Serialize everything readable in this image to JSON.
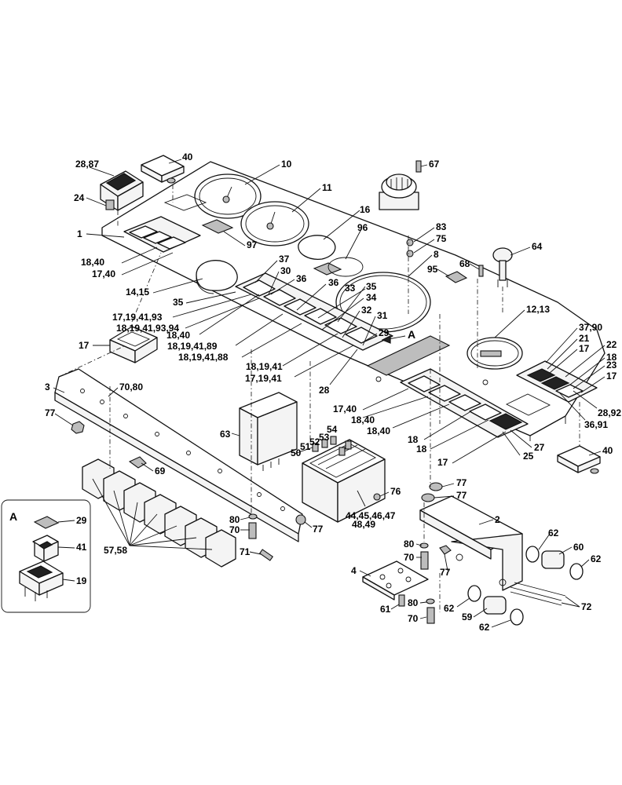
{
  "diagram": {
    "detail_label": "A",
    "section_marker": "A",
    "callouts": {
      "c_28_87": "28,87",
      "c_40_top": "40",
      "c_10": "10",
      "c_67": "67",
      "c_24": "24",
      "c_11": "11",
      "c_1": "1",
      "c_16": "16",
      "c_83": "83",
      "c_75": "75",
      "c_96": "96",
      "c_97": "97",
      "c_64": "64",
      "c_8": "8",
      "c_68": "68",
      "c_95": "95",
      "c_18_40a": "18,40",
      "c_17_40a": "17,40",
      "c_14_15": "14,15",
      "c_37": "37",
      "c_30": "30",
      "c_36a": "36",
      "c_35a": "35",
      "c_36b": "36",
      "c_33": "33",
      "c_35b": "35",
      "c_34": "34",
      "c_32": "32",
      "c_31": "31",
      "c_17_19_41_93": "17,19,41,93",
      "c_18_19_41_93_94": "18,19,41,93,94",
      "c_17a": "17",
      "c_18_40b": "18,40",
      "c_18_19_41_89": "18,19,41,89",
      "c_18_19_41_88": "18,19,41,88",
      "c_29a": "29",
      "c_12_13": "12,13",
      "c_37_90": "37,90",
      "c_21": "21",
      "c_17b": "17",
      "c_22": "22",
      "c_18a": "18",
      "c_23": "23",
      "c_17c": "17",
      "c_18_19_41": "18,19,41",
      "c_17_19_41": "17,19,41",
      "c_28": "28",
      "c_28_92": "28,92",
      "c_36_91": "36,91",
      "c_3": "3",
      "c_70_80": "70,80",
      "c_77a": "77",
      "c_17_40b": "17,40",
      "c_18_40c": "18,40",
      "c_18_40d": "18,40",
      "c_18b": "18",
      "c_18c": "18",
      "c_27": "27",
      "c_25": "25",
      "c_17d": "17",
      "c_40_right": "40",
      "c_63": "63",
      "c_54": "54",
      "c_51": "51",
      "c_53": "53",
      "c_52": "52",
      "c_50": "50",
      "c_69": "69",
      "c_77b": "77",
      "c_76": "76",
      "c_77c": "77",
      "c_44_49": "44,45,46,47",
      "c_48_49": "48,49",
      "c_80a": "80",
      "c_70a": "70",
      "c_77d": "77",
      "c_2": "2",
      "c_29b": "29",
      "c_41": "41",
      "c_19": "19",
      "c_57_58": "57,58",
      "c_71": "71",
      "c_62a": "62",
      "c_60": "60",
      "c_80b": "80",
      "c_62b": "62",
      "c_70b": "70",
      "c_4": "4",
      "c_77e": "77",
      "c_80c": "80",
      "c_62c": "62",
      "c_72": "72",
      "c_61": "61",
      "c_70c": "70",
      "c_59": "59",
      "c_62d": "62"
    }
  }
}
